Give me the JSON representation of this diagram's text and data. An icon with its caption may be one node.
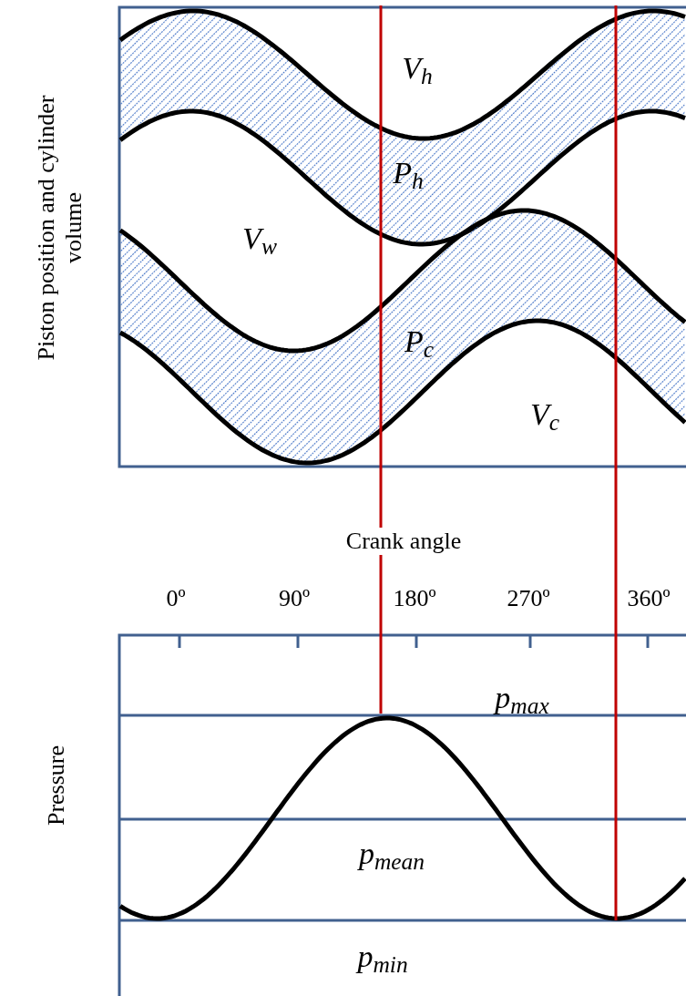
{
  "diagram": {
    "labels": [
      "Piston position and cylinder volume",
      "V$_{h}$",
      "P$_{h}$",
      "V$_{w}$",
      "P$_{c}$",
      "V$_{c}$",
      "Crank angle",
      "0º",
      "90º",
      "180º",
      "270º",
      "360º",
      "Pressure",
      "p$_{max}$",
      "p$_{mean}$",
      "p$_{min}$"
    ]
  }
}
